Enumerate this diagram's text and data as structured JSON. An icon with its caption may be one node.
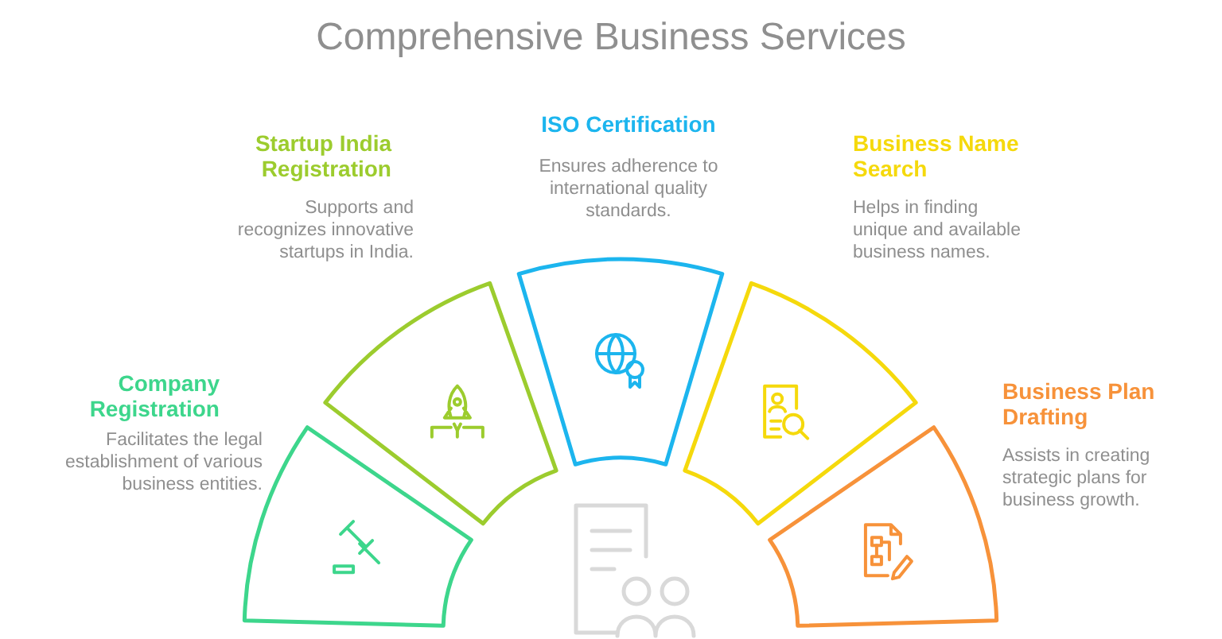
{
  "diagram": {
    "title": "Comprehensive Business Services",
    "nodes": [
      {
        "text": [
          "Company Registration",
          "Facilitates the legal establishment of various business entities."
        ]
      },
      {
        "text": [
          "Startup India Registration",
          "Supports and recognizes innovative startups in India."
        ]
      },
      {
        "text": [
          "ISO Certification",
          "Ensures adherence to international quality standards."
        ]
      },
      {
        "text": [
          "Business Name Search",
          "Helps in finding unique and available business names."
        ]
      },
      {
        "text": [
          "Business Plan Drafting",
          "Assists in creating strategic plans for business growth."
        ]
      }
    ],
    "edges": []
  }
}
